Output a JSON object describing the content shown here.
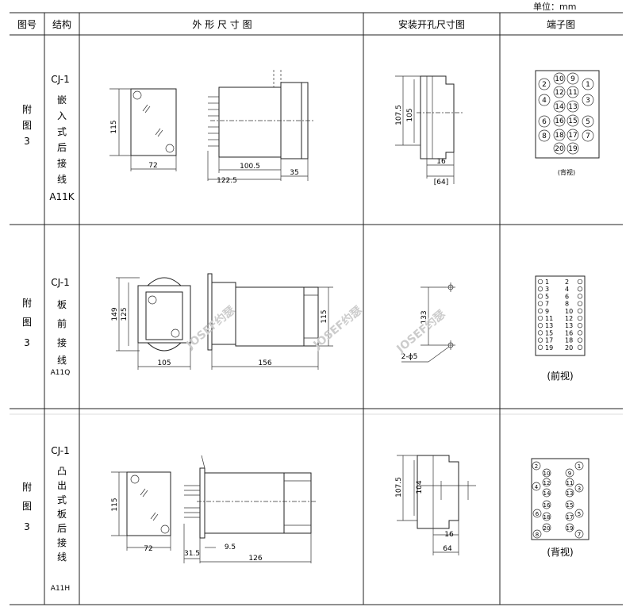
{
  "unit_label": "单位：mm",
  "headers": [
    "图号",
    "结构",
    "外 形 尺 寸 图",
    "安装开孔尺寸图",
    "端子图"
  ],
  "watermark": "JOSEF约瑟",
  "rows": [
    {
      "fig": [
        "附",
        "图",
        "3"
      ],
      "struct_code": "CJ-1",
      "struct_chars": [
        "嵌",
        "入",
        "式",
        "后",
        "接",
        "线"
      ],
      "model": "A11K",
      "dims": {
        "h": "115",
        "w": "72",
        "depth": "100.5",
        "total": "122.5",
        "rear": "35"
      },
      "cutout": {
        "h1": "107.5",
        "h2": "105",
        "w": "16",
        "w2": "[64]"
      },
      "terminal_label": "(背视)",
      "terminals": [
        "2",
        "10",
        "9",
        "1",
        "12",
        "11",
        "4",
        "14",
        "13",
        "3",
        "6",
        "16",
        "15",
        "5",
        "8",
        "18",
        "17",
        "7",
        "20",
        "19"
      ]
    },
    {
      "fig": [
        "附",
        "图",
        "3"
      ],
      "struct_code": "CJ-1",
      "struct_chars": [
        "板",
        "前",
        "接",
        "线"
      ],
      "model": "A11Q",
      "dims": {
        "h1": "149",
        "h2": "125",
        "w": "105",
        "depth": "156",
        "side_h": "115"
      },
      "cutout": {
        "h": "133",
        "hole": "2-ϕ5"
      },
      "terminal_label": "(前视)",
      "terminals_left": [
        "1",
        "3",
        "5",
        "7",
        "9",
        "11",
        "13",
        "15",
        "17",
        "19"
      ],
      "terminals_right": [
        "2",
        "4",
        "6",
        "8",
        "10",
        "12",
        "13",
        "16",
        "18",
        "20"
      ]
    },
    {
      "fig": [
        "附",
        "图",
        "3"
      ],
      "struct_code": "CJ-1",
      "struct_chars": [
        "凸",
        "出",
        "式",
        "板",
        "后",
        "接",
        "线"
      ],
      "model": "A11H",
      "dims": {
        "h": "115",
        "w": "72",
        "front": "31.5",
        "gap": "9.5",
        "depth": "126"
      },
      "cutout": {
        "h1": "107.5",
        "h2": "104",
        "w": "16",
        "w2": "64"
      },
      "terminal_label": "(背视)",
      "terminals": [
        "2",
        "1",
        "10",
        "9",
        "12",
        "11",
        "4",
        "14",
        "13",
        "3",
        "16",
        "15",
        "6",
        "18",
        "17",
        "5",
        "20",
        "19",
        "8",
        "7"
      ]
    }
  ]
}
